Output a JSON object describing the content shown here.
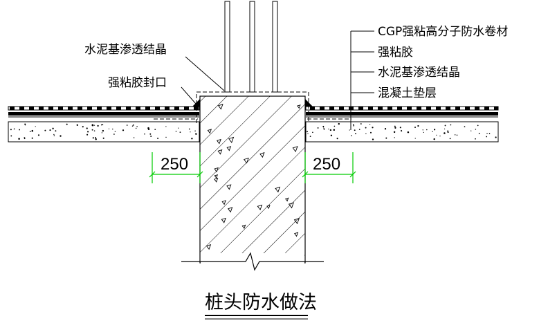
{
  "title": "桩头防水做法",
  "left_labels": {
    "top": "水泥基渗透结晶",
    "bottom": "强粘胶封口"
  },
  "right_labels": [
    "CGP强粘高分子防水卷材",
    "强粘胶",
    "水泥基渗透结晶",
    "混凝土垫层"
  ],
  "dimensions": {
    "left": "250",
    "right": "250"
  },
  "colors": {
    "line": "#000000",
    "dimension": "#00cc00",
    "background": "#ffffff"
  }
}
